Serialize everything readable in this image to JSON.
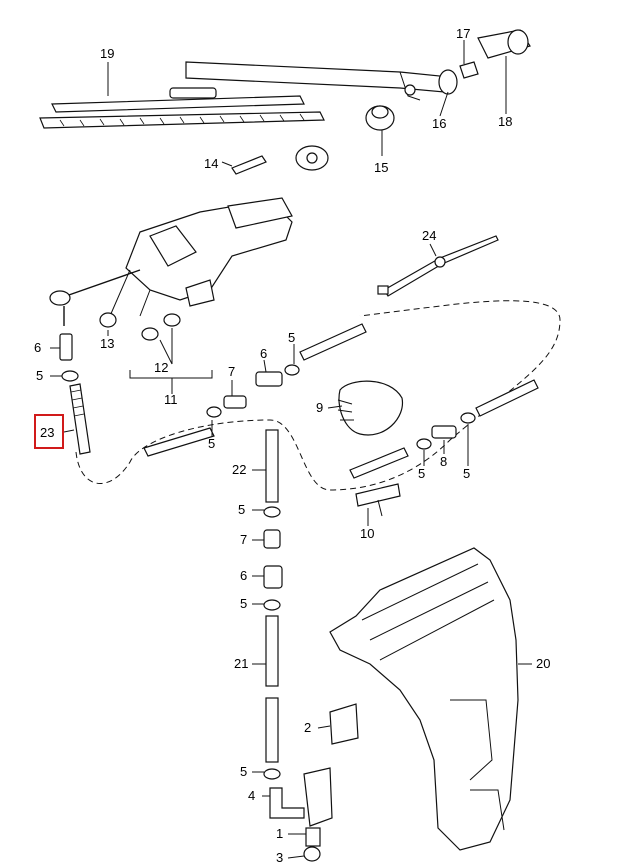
{
  "callouts": {
    "c1": "1",
    "c2": "2",
    "c3": "3",
    "c4": "4",
    "c5a": "5",
    "c5b": "5",
    "c5c": "5",
    "c5d": "5",
    "c5e": "5",
    "c5f": "5",
    "c5g": "5",
    "c5h": "5",
    "c6a": "6",
    "c6b": "6",
    "c6c": "6",
    "c7a": "7",
    "c7b": "7",
    "c8": "8",
    "c9": "9",
    "c10": "10",
    "c11": "11",
    "c12": "12",
    "c13": "13",
    "c14": "14",
    "c15": "15",
    "c16": "16",
    "c17": "17",
    "c18": "18",
    "c19": "19",
    "c20": "20",
    "c21": "21",
    "c22": "22",
    "c23": "23",
    "c24": "24"
  },
  "highlight": {
    "color": "#d11a1a",
    "part": "23"
  }
}
